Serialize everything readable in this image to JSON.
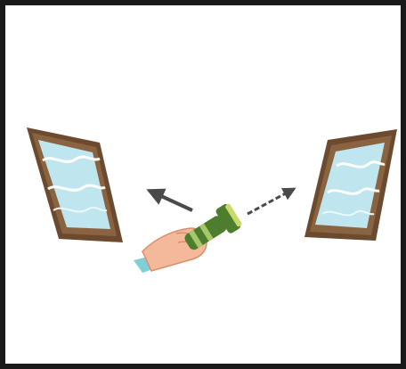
{
  "colors": {
    "frame_border": "#1a1a1a",
    "mirror_frame": "#6b4a2f",
    "mirror_frame_light": "#8a6441",
    "mirror_glass": "#bfe6ef",
    "mirror_glass_highlight": "#e9f8fb",
    "wave_line": "#ffffff",
    "beam": "#4a4a4a",
    "flashlight_body": "#4e7d2d",
    "flashlight_band": "#a6c86a",
    "flashlight_lens": "#c9d96a",
    "hand_skin": "#f4b89a",
    "sleeve": "#7fd0d6"
  },
  "icons": {
    "left_mirror": "framed-mirror",
    "right_mirror": "framed-mirror",
    "flashlight": "flashlight",
    "hand": "hand",
    "beam_left": "arrow",
    "beam_right": "arrow"
  }
}
